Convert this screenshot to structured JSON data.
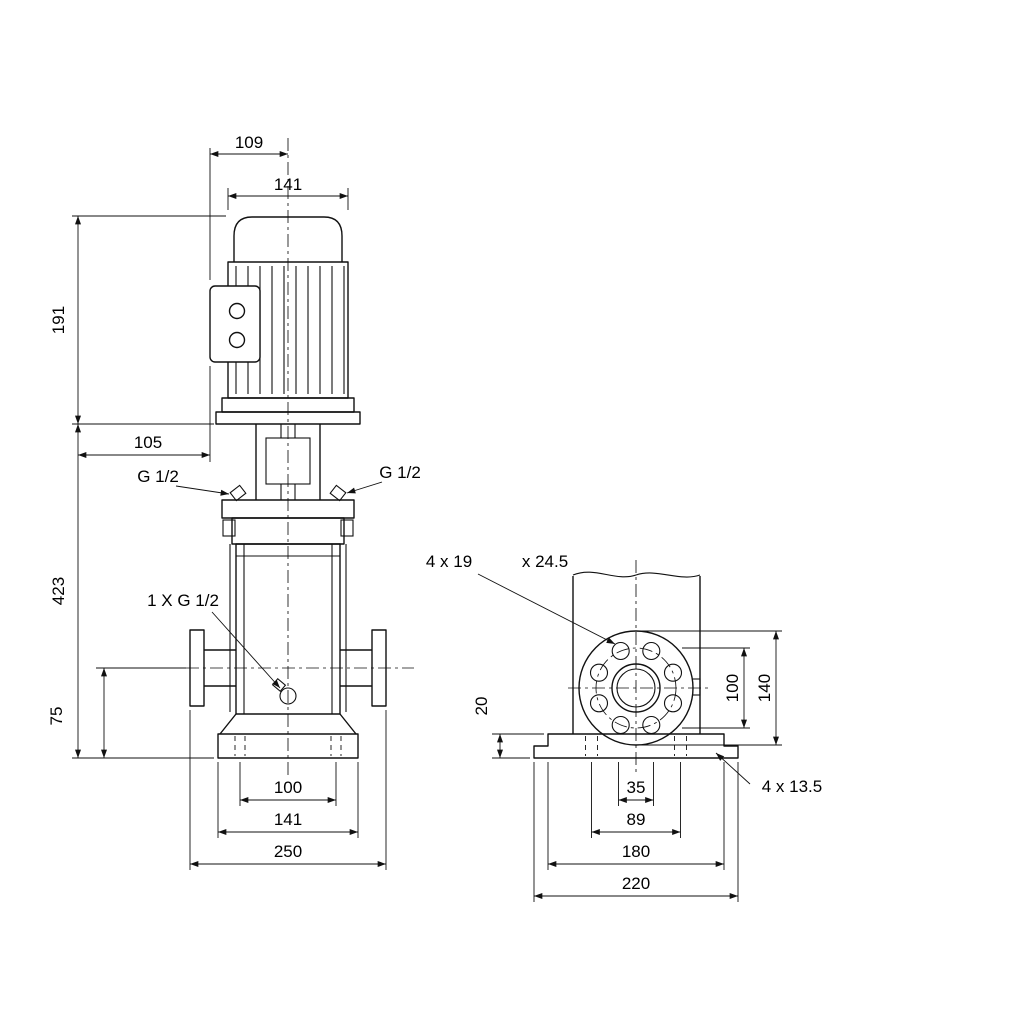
{
  "drawing": {
    "kind": "pump-dimensional-drawing",
    "line_color": "#111111",
    "background": "#ffffff"
  },
  "front_view": {
    "dim_top_offset": "109",
    "dim_motor_width": "141",
    "dim_motor_height": "191",
    "dim_depth": "105",
    "label_port_left": "G 1/2",
    "label_port_right": "G 1/2",
    "dim_pump_height": "423",
    "label_drain": "1 X G 1/2",
    "dim_port_height": "75",
    "dim_base_holes_span": "100",
    "dim_base_width": "141",
    "dim_flange_span": "250"
  },
  "side_view": {
    "label_flange_holes": "4  x  19",
    "label_flange_counterbore": "x 24.5",
    "dim_base_thickness": "20",
    "dim_bolt_circle": "100",
    "dim_flange_od": "140",
    "dim_slot_span": "35",
    "dim_hole_span": "89",
    "dim_base_top_width": "180",
    "dim_base_bottom_width": "220",
    "label_base_holes": "4  x  13.5"
  }
}
